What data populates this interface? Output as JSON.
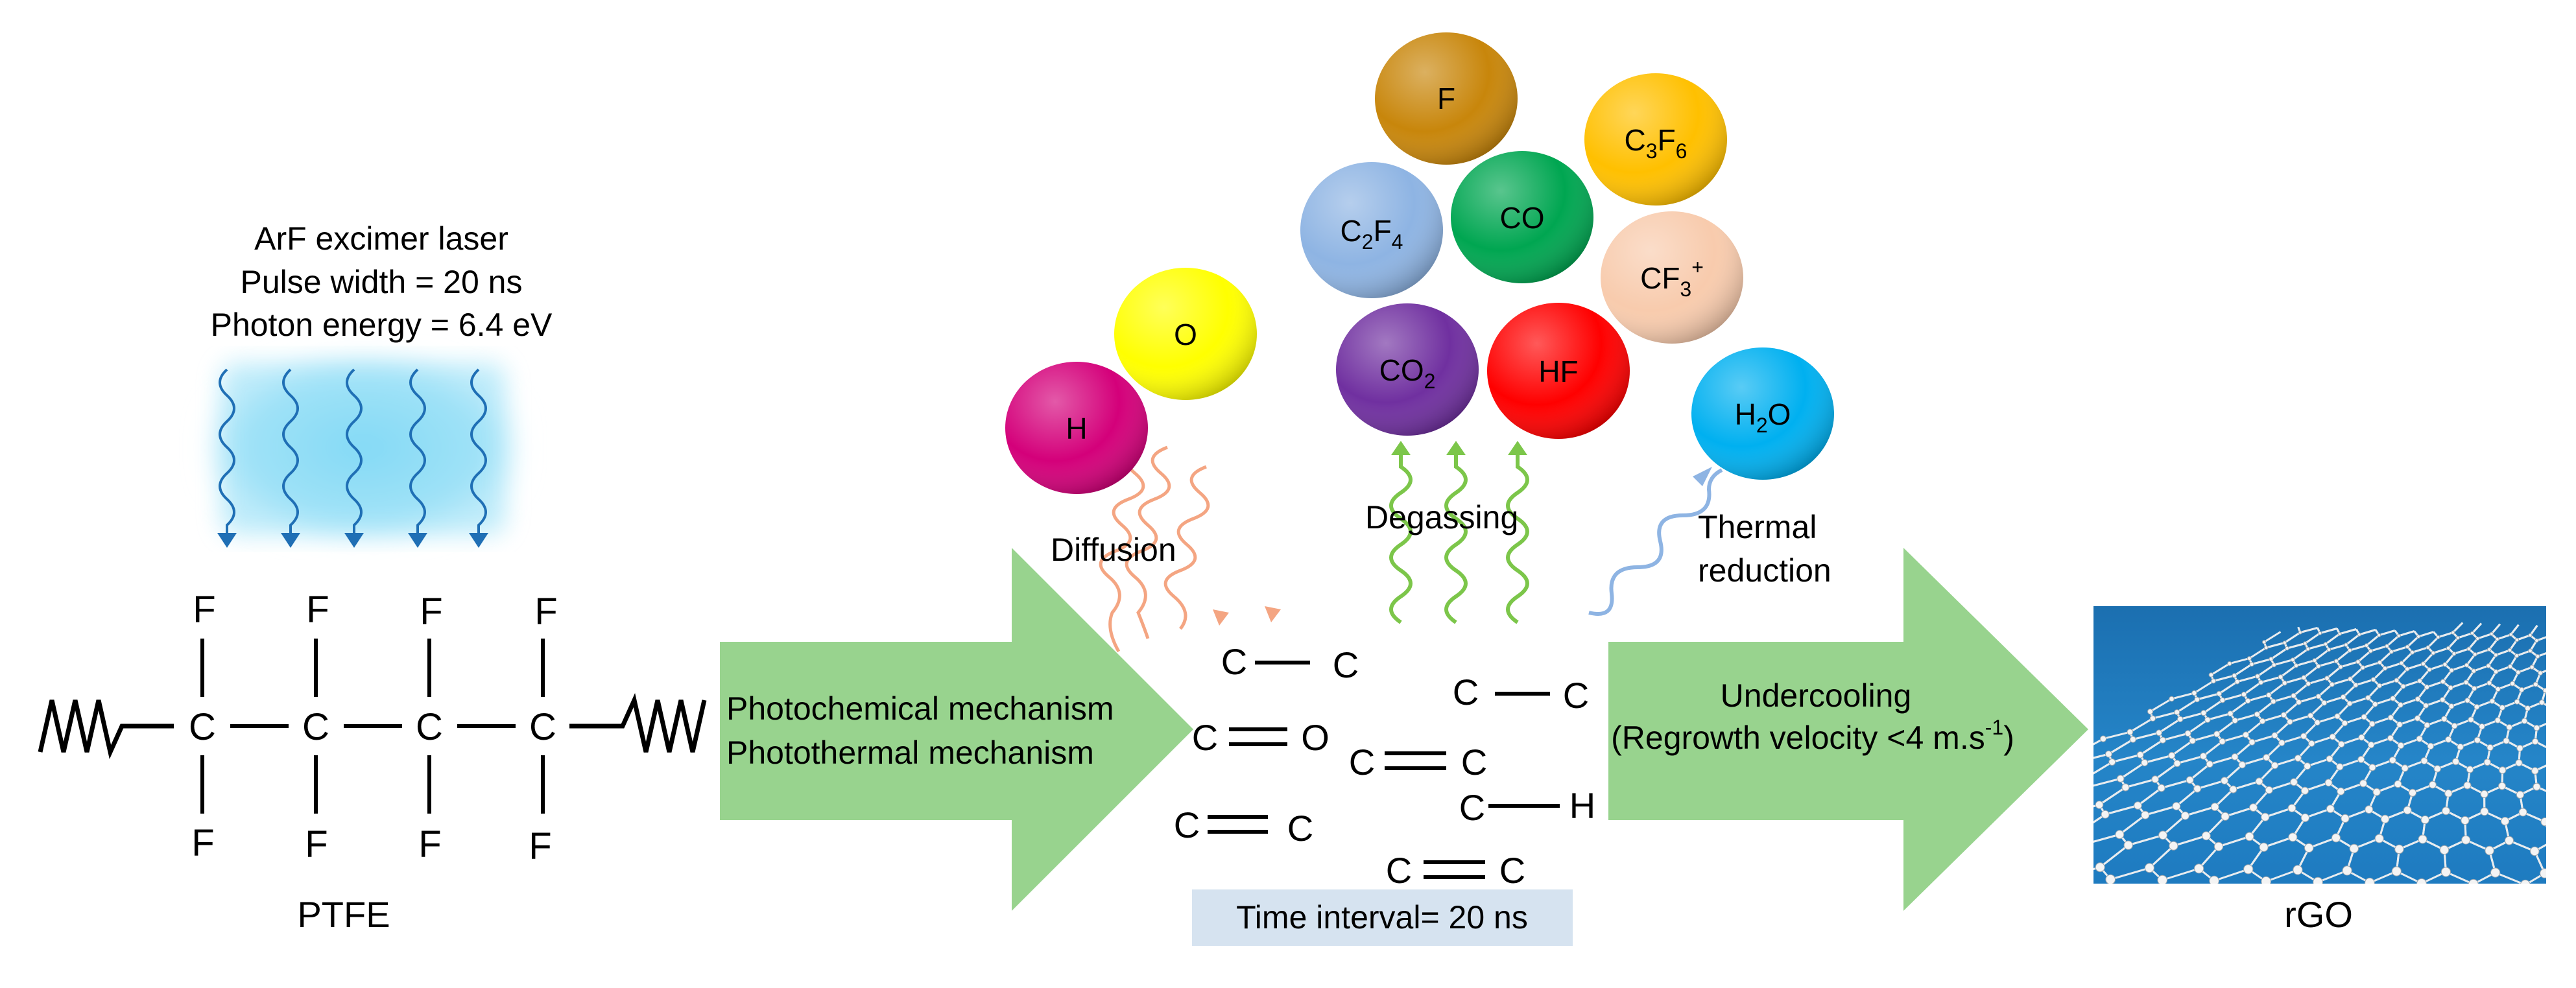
{
  "laser": {
    "line1": "ArF excimer laser",
    "line2": "Pulse width = 20 ns",
    "line3": "Photon energy = 6.4 eV"
  },
  "ptfe": {
    "label": "PTFE",
    "c": "C",
    "f": "F"
  },
  "arrow1": {
    "line1": "Photochemical mechanism",
    "line2": "Photothermal mechanism"
  },
  "arrow2": {
    "line1": "Undercooling",
    "line2_main": "(Regrowth velocity <4 m.s",
    "line2_sup": "-1",
    "line2_end": ")"
  },
  "labels": {
    "diffusion": "Diffusion",
    "degassing": "Degassing",
    "thermal1": "Thermal",
    "thermal2": "reduction",
    "time_interval": "Time interval= 20 ns",
    "rgo": "rGO"
  },
  "fragments": {
    "c": "C",
    "o": "O",
    "h": "H"
  },
  "species": {
    "f": {
      "text": "F",
      "color": "#C8860B"
    },
    "c3f6": {
      "base1": "C",
      "sub1": "3",
      "base2": "F",
      "sub2": "6",
      "color": "#FFC000"
    },
    "c2f4": {
      "base1": "C",
      "sub1": "2",
      "base2": "F",
      "sub2": "4",
      "color": "#8EB4E3"
    },
    "co": {
      "text": "CO",
      "color": "#00A651"
    },
    "cf3": {
      "base": "CF",
      "sub": "3",
      "sup": "+",
      "color": "#F8CBAD"
    },
    "o": {
      "text": "O",
      "color": "#FFFF00"
    },
    "h": {
      "text": "H",
      "color": "#D4007A"
    },
    "co2": {
      "base": "CO",
      "sub": "2",
      "color": "#7030A0"
    },
    "hf": {
      "text": "HF",
      "color": "#FF0000"
    },
    "h2o": {
      "base1": "H",
      "sub": "2",
      "base2": "O",
      "color": "#00B0F0"
    }
  },
  "colors": {
    "arrow_green": "#98D38E",
    "laser_glow": "#7FD8F5",
    "laser_wave": "#1F6FB5",
    "diffusion_wave": "#F4A582",
    "degassing_wave": "#7CC64A",
    "thermal_wave": "#8EB4E3",
    "time_box": "#D6E3F0",
    "rgo_bg": "#1F7FC0"
  }
}
